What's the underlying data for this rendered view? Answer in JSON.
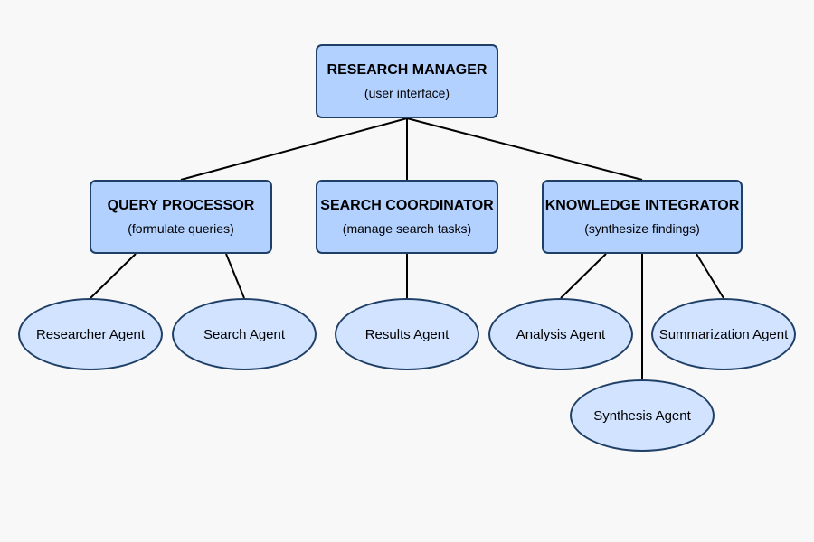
{
  "nodes": {
    "manager": {
      "title": "RESEARCH MANAGER",
      "subtitle": "(user interface)"
    },
    "query": {
      "title": "QUERY PROCESSOR",
      "subtitle": "(formulate queries)"
    },
    "search": {
      "title": "SEARCH COORDINATOR",
      "subtitle": "(manage search tasks)"
    },
    "knowledge": {
      "title": "KNOWLEDGE INTEGRATOR",
      "subtitle": "(synthesize findings)"
    }
  },
  "agents": {
    "researcher": "Researcher Agent",
    "search": "Search Agent",
    "results": "Results Agent",
    "analysis": "Analysis Agent",
    "summarization": "Summarization Agent",
    "synthesis": "Synthesis Agent"
  },
  "edges": [
    [
      "manager",
      "query"
    ],
    [
      "manager",
      "search"
    ],
    [
      "manager",
      "knowledge"
    ],
    [
      "query",
      "researcher"
    ],
    [
      "query",
      "search-agent"
    ],
    [
      "search",
      "results"
    ],
    [
      "knowledge",
      "analysis"
    ],
    [
      "knowledge",
      "synthesis"
    ],
    [
      "knowledge",
      "summarization"
    ]
  ],
  "colors": {
    "background": "#f8f8f8",
    "box_fill": "#b3d1ff",
    "ellipse_fill": "#d1e3ff",
    "border": "#1f3f66",
    "connector": "#000000"
  }
}
